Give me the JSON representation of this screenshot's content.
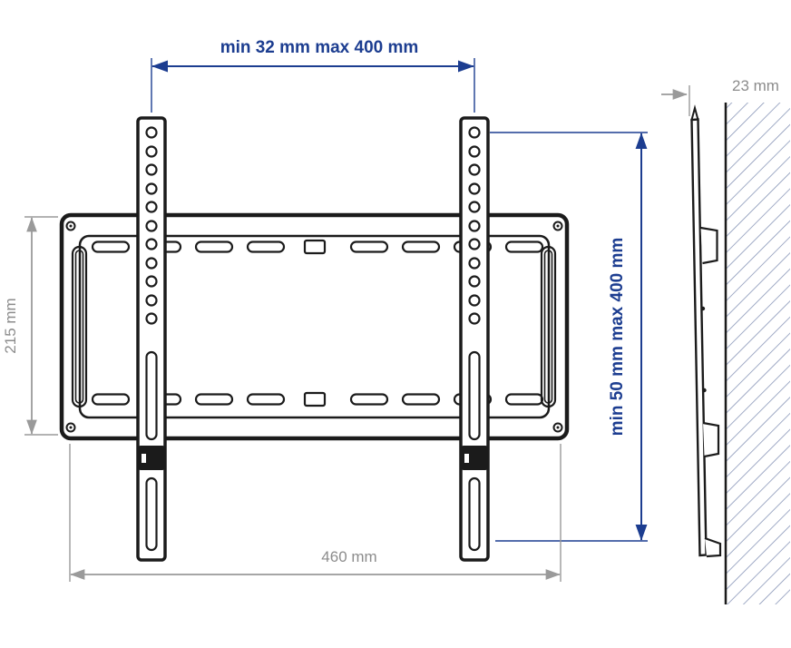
{
  "dimensions": {
    "top_width": "min 32 mm max 400 mm",
    "right_height": "min 50 mm max 400 mm",
    "left_height": "215 mm",
    "bottom_width": "460 mm",
    "wall_depth": "23 mm"
  },
  "colors": {
    "accent_blue": "#1c3d90",
    "dim_gray": "#9a9a9a",
    "dim_gray_text": "#8c8c8c",
    "ink": "#1b1b1b",
    "hatch_blue": "#8290b4",
    "background": "#ffffff"
  }
}
